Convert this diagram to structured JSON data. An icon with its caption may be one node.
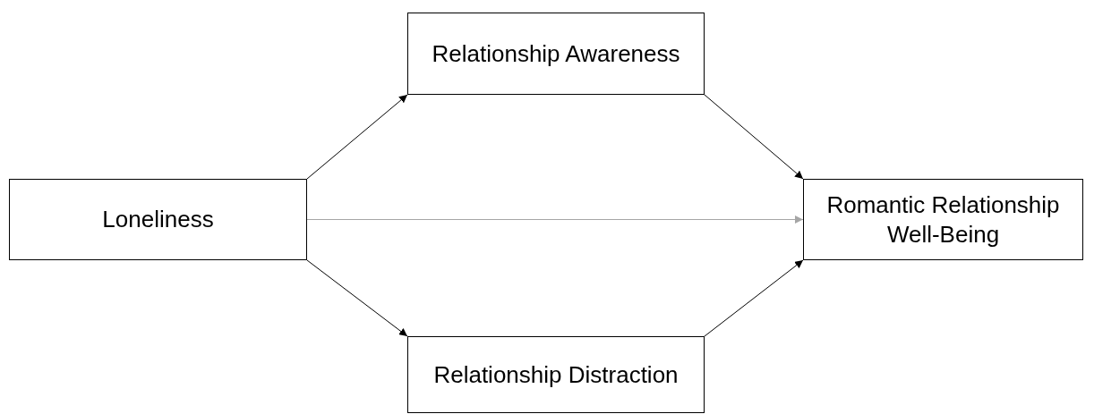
{
  "diagram": {
    "nodes": [
      {
        "text": [
          "Loneliness"
        ]
      },
      {
        "text": [
          "Relationship Awareness"
        ]
      },
      {
        "text": [
          "Relationship Distraction"
        ]
      },
      {
        "text": [
          "Romantic Relationship Well-Being"
        ]
      }
    ],
    "edges": [
      {
        "from": 0,
        "to": 1,
        "arrow": "to"
      },
      {
        "from": 1,
        "to": 3,
        "arrow": "to"
      },
      {
        "from": 0,
        "to": 3,
        "arrow": "to",
        "color": "#a6a6a6"
      },
      {
        "from": 0,
        "to": 2,
        "arrow": "to"
      },
      {
        "from": 2,
        "to": 3,
        "arrow": "to"
      }
    ]
  }
}
